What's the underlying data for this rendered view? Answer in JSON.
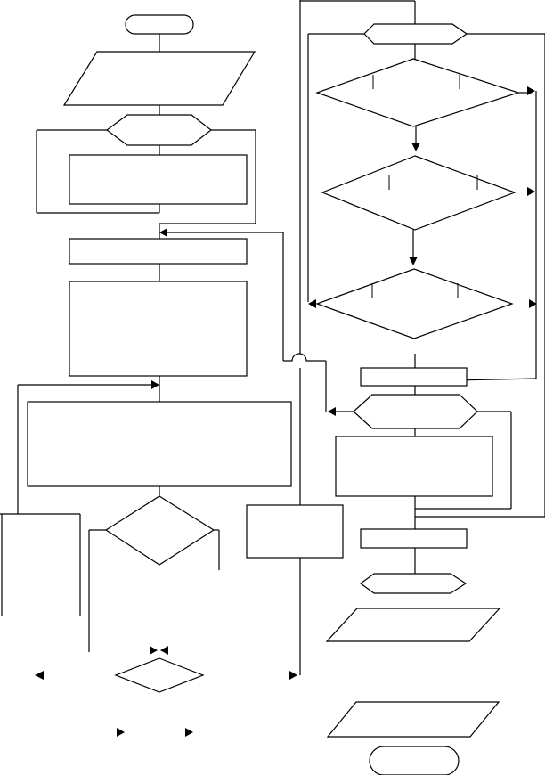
{
  "diagram": {
    "kind": "flowchart",
    "labels": [],
    "colors": {
      "stroke": "#000000",
      "fill": "#ffffff",
      "background": "#ffffff"
    },
    "left_column": {
      "shapes": [
        "start-terminator",
        "input-parallelogram",
        "loop-hexagon",
        "loop-body-process",
        "process-step",
        "large-process-block",
        "wide-process-block",
        "decision-diamond",
        "small-decision-diamond",
        "side-process-block"
      ]
    },
    "right_column": {
      "shapes": [
        "loop-hexagon",
        "decision-diamond-1",
        "decision-diamond-2",
        "decision-diamond-3",
        "process-step",
        "branch-hexagon",
        "branch-body-process",
        "process-step",
        "loop-hexagon",
        "output-parallelogram",
        "output-parallelogram",
        "end-terminator"
      ]
    }
  }
}
